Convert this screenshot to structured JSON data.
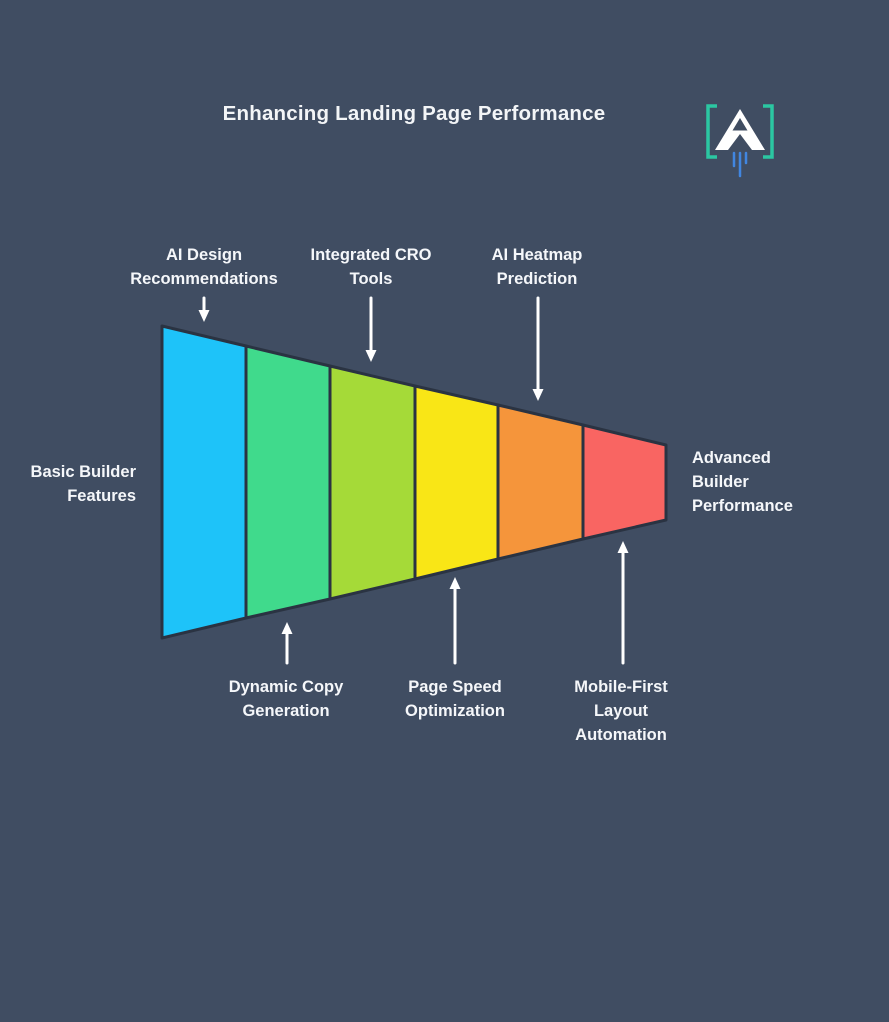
{
  "title": "Enhancing Landing Page Performance",
  "logo": {
    "letter": "A",
    "bracket_color": "#2BC7A2",
    "letter_color": "#FFFFFF",
    "flame_color": "#4186E0"
  },
  "colors": {
    "background": "#404D62",
    "funnel_stroke": "#2A3342",
    "label_text": "#F5F7FA",
    "arrow": "#FFFFFF"
  },
  "funnel": {
    "direction": "left-to-right",
    "start_label": "Basic Builder Features",
    "end_label": "Advanced Builder Performance",
    "segments": [
      {
        "label": "AI Design Recommendations",
        "color": "#1EC3F9",
        "label_position": "top"
      },
      {
        "label": "Dynamic Copy Generation",
        "color": "#40DA8C",
        "label_position": "bottom"
      },
      {
        "label": "Integrated CRO Tools",
        "color": "#A5DA38",
        "label_position": "top"
      },
      {
        "label": "Page Speed Optimization",
        "color": "#F9E616",
        "label_position": "bottom"
      },
      {
        "label": "AI Heatmap Prediction",
        "color": "#F5953B",
        "label_position": "top"
      },
      {
        "label": "Mobile-First Layout Automation",
        "color": "#F96562",
        "label_position": "bottom"
      }
    ]
  }
}
